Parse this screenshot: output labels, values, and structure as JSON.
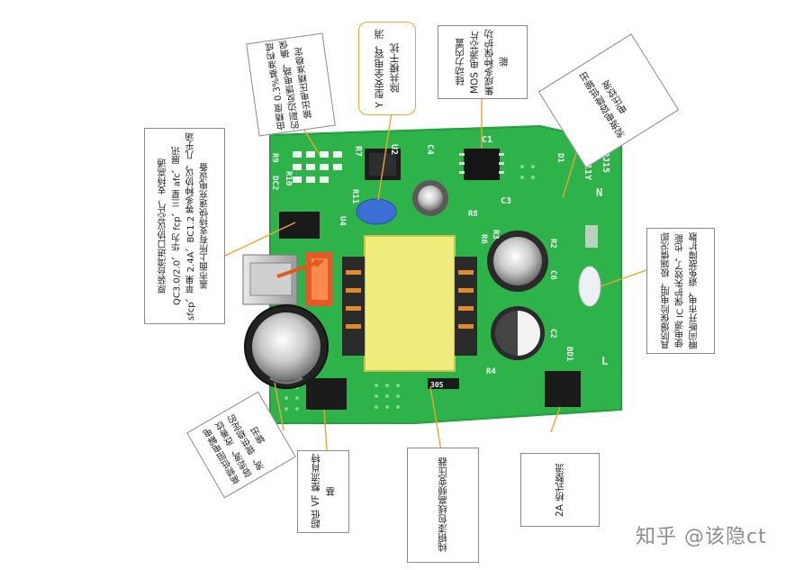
{
  "annotations": {
    "precision_feedback": "由精度 0.3%基准构成的副边反馈电路，确保输出电压精准稳定",
    "y_capacitor": "Y 型安全电容，消除共模干扰",
    "mos_chip": "硅动力内置 MOS 电源芯片集成多种保护功能",
    "output_filter": "滤波电容降低输出电压纹波",
    "protocol_chip": "原装台湾进口协议芯片，支持高通 QC3.0/2.0、华为 fcp、三星 afc、展讯 sfcp、苹果 2.4A、BC1.2 等多种协议，几乎涵盖市面上所有支持快速充电设备",
    "fuse_resistor": "具防爆保险电阻，极端情况即使电源 IC 保护失效了，也能瞬间断开市电，避免故障扩散",
    "electrolytic_cap": "高频低阻电解电容滤波，改善纹波，提供稳定的输出",
    "rectifier": "超低 VF 整流肖特基",
    "transformer": "纯铜漆包线高频变压器",
    "bridge": "2A 桥式整流"
  },
  "pcb_silkscreen": {
    "u2": "U2",
    "r7": "R7",
    "c4": "C4",
    "c1": "C1",
    "c3": "C3",
    "u4": "U4",
    "r11": "R11",
    "r9": "R9",
    "dc2": "DC2",
    "r10": "R10",
    "r8": "R8",
    "model": "1811Y",
    "tag": "DJ15",
    "n": "N",
    "l": "L",
    "d1": "D1",
    "r2": "R2",
    "c6": "C6",
    "c2": "C2",
    "bd1": "BD1",
    "r4": "R4",
    "t305": "305",
    "r6": "R6",
    "r3": "R3"
  },
  "watermark": "知乎 @该隐ct",
  "colors": {
    "pcb_green": "#2db34a",
    "callout_line": "#e8a633",
    "transformer_yellow": "#f0ec7c",
    "arrow_orange": "#e05a1e"
  }
}
